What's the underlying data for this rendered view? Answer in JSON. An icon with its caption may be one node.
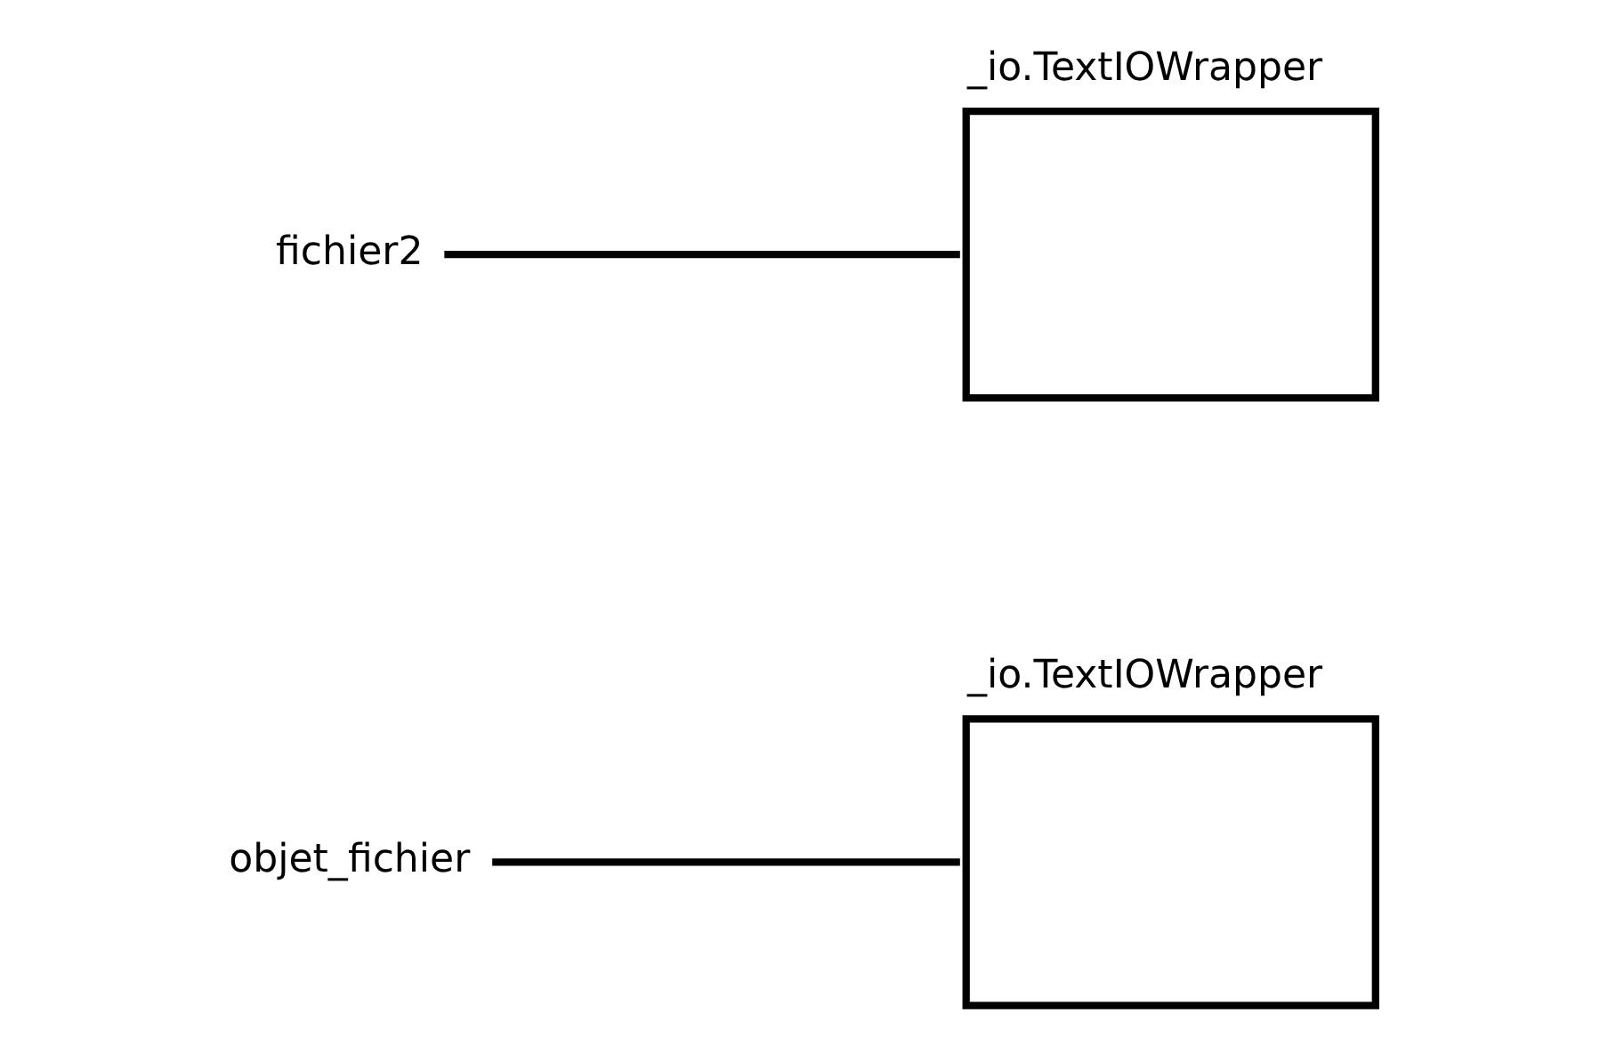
{
  "diagram": {
    "nodes": [
      {
        "text": [
          "_io.TextIOWrapper"
        ]
      },
      {
        "text": [
          "objet_fichier"
        ]
      },
      {
        "text": [
          "fichier2"
        ]
      },
      {
        "text": [
          "_io.TextIOWrapper"
        ]
      }
    ],
    "edges": [
      {
        "from": 1,
        "to": 0,
        "arrow": "none"
      },
      {
        "from": 2,
        "to": 3,
        "arrow": "none"
      }
    ]
  }
}
